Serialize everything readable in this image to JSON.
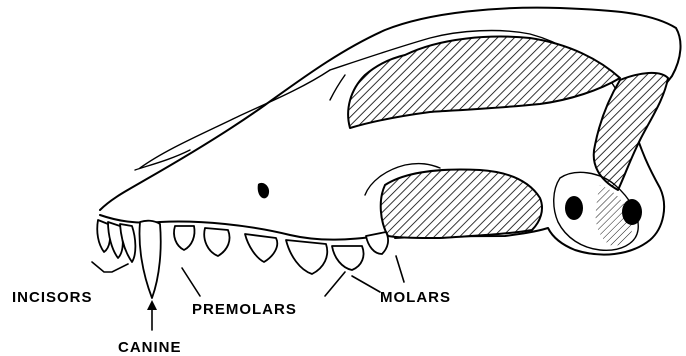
{
  "labels": {
    "incisors": "INCISORS",
    "canine": "CANINE",
    "premolars": "PREMOLARS",
    "molars": "MOLARS"
  },
  "colors": {
    "ink": "#000000",
    "paper": "#ffffff"
  }
}
